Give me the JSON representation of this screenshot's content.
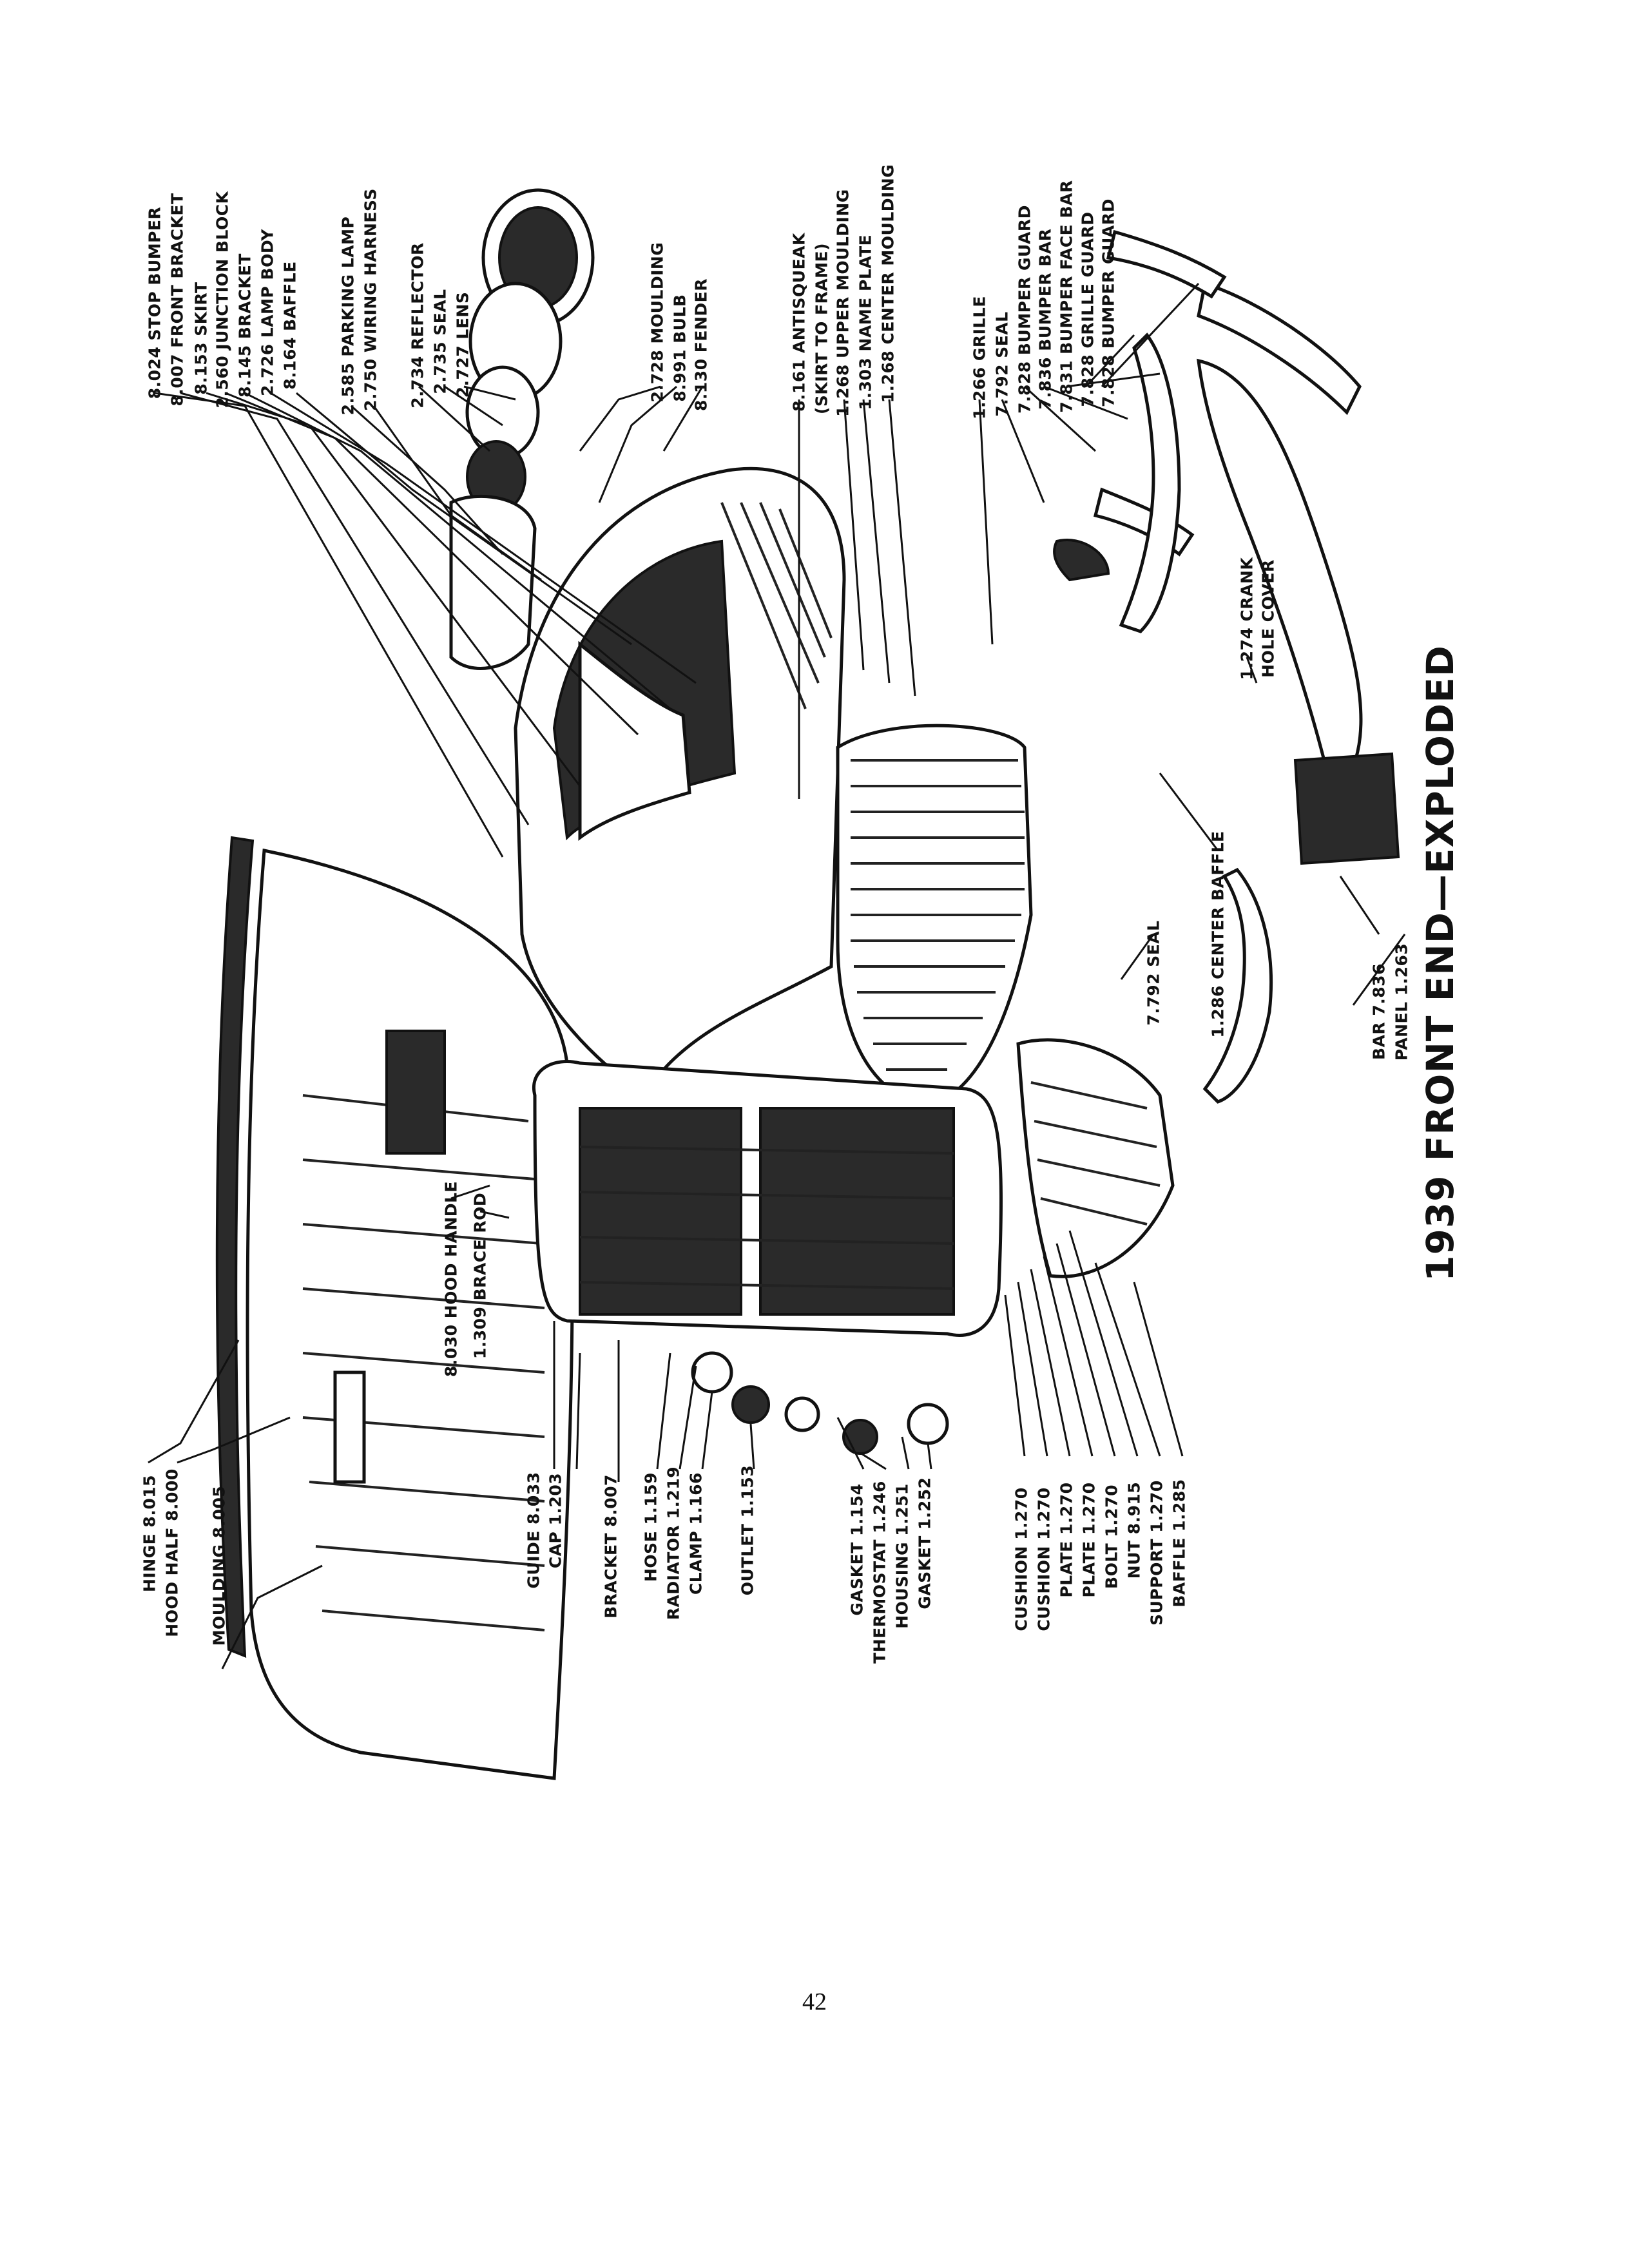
{
  "title": "1939 FRONT END—EXPLODED",
  "page_number": "42",
  "labels": [
    {
      "id": "stop-bumper",
      "text": "8.024 STOP BUMPER"
    },
    {
      "id": "front-bracket",
      "text": "8.007 FRONT BRACKET"
    },
    {
      "id": "skirt",
      "text": "8.153 SKIRT"
    },
    {
      "id": "junction-block",
      "text": "2.560 JUNCTION BLOCK"
    },
    {
      "id": "bracket-8145",
      "text": "8.145 BRACKET"
    },
    {
      "id": "lamp-body",
      "text": "2.726 LAMP BODY"
    },
    {
      "id": "baffle-8164",
      "text": "8.164 BAFFLE"
    },
    {
      "id": "parking-lamp",
      "text": "2.585 PARKING LAMP"
    },
    {
      "id": "wiring-harness",
      "text": "2.750 WIRING HARNESS"
    },
    {
      "id": "reflector",
      "text": "2.734 REFLECTOR"
    },
    {
      "id": "seal-2735",
      "text": "2.735 SEAL"
    },
    {
      "id": "lens",
      "text": "2.727 LENS"
    },
    {
      "id": "moulding-2728",
      "text": "2.728 MOULDING"
    },
    {
      "id": "bulb",
      "text": "8.991 BULB"
    },
    {
      "id": "fender",
      "text": "8.130 FENDER"
    },
    {
      "id": "antisqueak",
      "text": "8.161 ANTISQUEAK"
    },
    {
      "id": "skirt-to-frame",
      "text": "(SKIRT TO FRAME)"
    },
    {
      "id": "upper-moulding",
      "text": "1.268 UPPER MOULDING"
    },
    {
      "id": "name-plate",
      "text": "1.303 NAME PLATE"
    },
    {
      "id": "center-moulding",
      "text": "1.268 CENTER MOULDING"
    },
    {
      "id": "grille",
      "text": "1.266 GRILLE"
    },
    {
      "id": "seal-7792-top",
      "text": "7.792 SEAL"
    },
    {
      "id": "bumper-guard-1",
      "text": "7.828 BUMPER GUARD"
    },
    {
      "id": "bumper-bar",
      "text": "7.836 BUMPER BAR"
    },
    {
      "id": "bumper-face-bar",
      "text": "7.831 BUMPER FACE BAR"
    },
    {
      "id": "grille-guard",
      "text": "7.828 GRILLE GUARD"
    },
    {
      "id": "bumper-guard-2",
      "text": "7.828 BUMPER GUARD"
    },
    {
      "id": "crank-1",
      "text": "1.274 CRANK"
    },
    {
      "id": "crank-2",
      "text": "HOLE COVER"
    },
    {
      "id": "seal-7792",
      "text": "7.792 SEAL"
    },
    {
      "id": "center-baffle",
      "text": "1.286 CENTER BAFFLE"
    },
    {
      "id": "bar-7836",
      "text": "BAR 7.836"
    },
    {
      "id": "panel",
      "text": "PANEL 1.263"
    },
    {
      "id": "hinge",
      "text": "HINGE 8.015"
    },
    {
      "id": "hood-half",
      "text": "HOOD HALF 8.000"
    },
    {
      "id": "moulding-8005",
      "text": "MOULDING 8.005"
    },
    {
      "id": "hood-handle",
      "text": "8.030 HOOD HANDLE"
    },
    {
      "id": "brace-rod",
      "text": "1.309 BRACE ROD"
    },
    {
      "id": "guide",
      "text": "GUIDE 8.033"
    },
    {
      "id": "cap",
      "text": "CAP 1.203"
    },
    {
      "id": "bracket-8007",
      "text": "BRACKET 8.007"
    },
    {
      "id": "hose",
      "text": "HOSE 1.159"
    },
    {
      "id": "radiator",
      "text": "RADIATOR 1.219"
    },
    {
      "id": "clamp",
      "text": "CLAMP 1.166"
    },
    {
      "id": "outlet",
      "text": "OUTLET 1.153"
    },
    {
      "id": "gasket-1154",
      "text": "GASKET 1.154"
    },
    {
      "id": "thermostat",
      "text": "THERMOSTAT 1.246"
    },
    {
      "id": "housing",
      "text": "HOUSING 1.251"
    },
    {
      "id": "gasket-1252",
      "text": "GASKET 1.252"
    },
    {
      "id": "cushion-1",
      "text": "CUSHION 1.270"
    },
    {
      "id": "cushion-2",
      "text": "CUSHION 1.270"
    },
    {
      "id": "plate-1",
      "text": "PLATE 1.270"
    },
    {
      "id": "plate-2",
      "text": "PLATE 1.270"
    },
    {
      "id": "bolt",
      "text": "BOLT 1.270"
    },
    {
      "id": "nut",
      "text": "NUT 8.915"
    },
    {
      "id": "support",
      "text": "SUPPORT 1.270"
    },
    {
      "id": "baffle-1285",
      "text": "BAFFLE 1.285"
    }
  ]
}
